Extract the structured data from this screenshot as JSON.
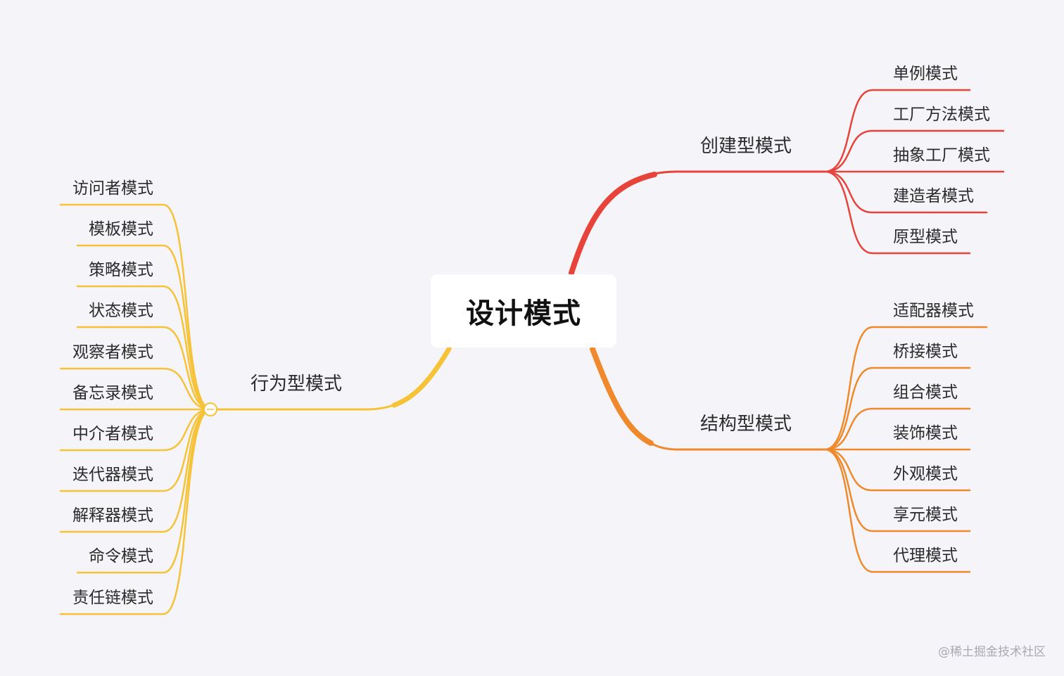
{
  "root": {
    "label": "设计模式"
  },
  "branches": [
    {
      "key": "creational",
      "label": "创建型模式",
      "color": "#e8433a",
      "children": [
        "单例模式",
        "工厂方法模式",
        "抽象工厂模式",
        "建造者模式",
        "原型模式"
      ]
    },
    {
      "key": "structural",
      "label": "结构型模式",
      "color": "#f0892c",
      "children": [
        "适配器模式",
        "桥接模式",
        "组合模式",
        "装饰模式",
        "外观模式",
        "享元模式",
        "代理模式"
      ]
    },
    {
      "key": "behavioral",
      "label": "行为型模式",
      "color": "#f5c238",
      "children": [
        "访问者模式",
        "模板模式",
        "策略模式",
        "状态模式",
        "观察者模式",
        "备忘录模式",
        "中介者模式",
        "迭代器模式",
        "解释器模式",
        "命令模式",
        "责任链模式"
      ]
    }
  ],
  "watermark": "@稀土掘金技术社区"
}
